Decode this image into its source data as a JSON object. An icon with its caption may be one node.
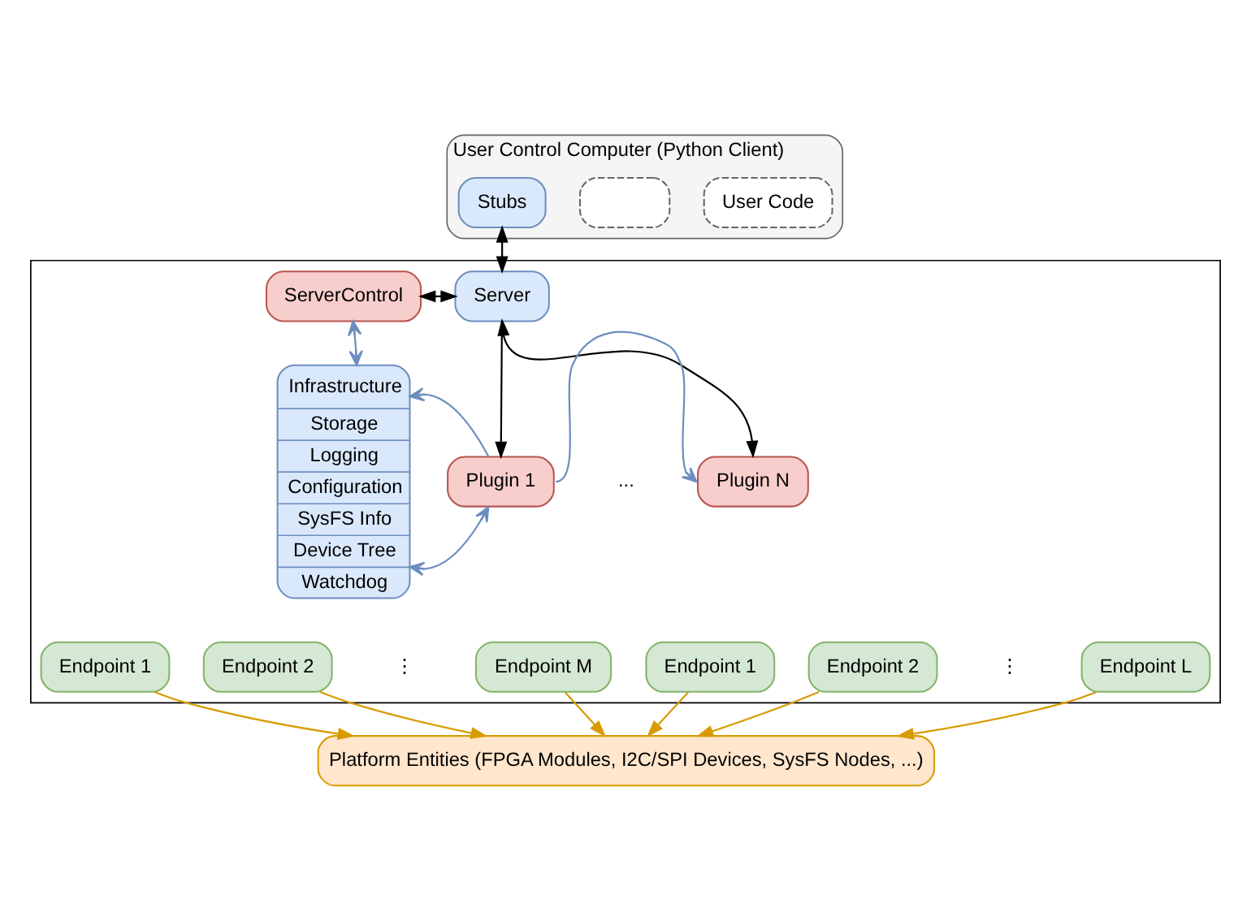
{
  "diagram": {
    "nodes": [
      {
        "text": [
          "User Control Computer (Python Client)"
        ]
      },
      {
        "text": [
          "User Code"
        ],
        "in": 0
      },
      {
        "text": [],
        "shape": "box",
        "in": 0
      },
      {
        "text": [
          "Stubs"
        ],
        "in": 0
      },
      {
        "text": [],
        "shape": "box"
      },
      {
        "text": [
          "ServerControl"
        ],
        "in": 4
      },
      {
        "text": [
          "Server"
        ],
        "in": 4
      },
      {
        "text": [
          "Infrastructure",
          "Storage",
          "Logging",
          "Configuration",
          "SysFS Info",
          "Device Tree",
          "Watchdog"
        ],
        "in": 4
      },
      {
        "text": [
          "Plugin 1"
        ],
        "in": 4
      },
      {
        "text": [
          "Endpoint 1"
        ],
        "in": 4
      },
      {
        "text": [
          "Endpoint 2"
        ],
        "in": 4
      },
      {
        "text": [
          "Endpoint M"
        ],
        "in": 4
      },
      {
        "text": [
          "Plugin N"
        ],
        "in": 4
      },
      {
        "text": [
          "Endpoint 1"
        ],
        "in": 4
      },
      {
        "text": [
          "Endpoint 2"
        ],
        "in": 4
      },
      {
        "text": [
          "Endpoint L"
        ],
        "in": 4
      },
      {
        "text": [
          "Platform Entities (FPGA Modules, I2C/SPI Devices, SysFS Nodes, ...)"
        ]
      }
    ],
    "edges": [
      {
        "from": 3,
        "to": 6,
        "arrow": "both",
        "color": "#000000"
      },
      {
        "from": 5,
        "to": 6,
        "arrow": "both",
        "color": "#000000"
      },
      {
        "from": 5,
        "to": 7,
        "arrow": "both",
        "color": "#6c8ebf"
      },
      {
        "from": 6,
        "to": 8,
        "arrow": "to",
        "color": "#000000"
      },
      {
        "from": 6,
        "to": 12,
        "arrow": "both",
        "color": "#000000"
      },
      {
        "from": 7,
        "to": 8,
        "arrow": "both",
        "color": "#6c8ebf"
      },
      {
        "from": 8,
        "to": 7,
        "arrow": "to",
        "color": "#6c8ebf"
      },
      {
        "from": 8,
        "to": 12,
        "arrow": "to",
        "color": "#6c8ebf"
      },
      {
        "from": 9,
        "to": 16,
        "arrow": "to",
        "color": "#d79b00"
      },
      {
        "from": 10,
        "to": 16,
        "arrow": "to",
        "color": "#d79b00"
      },
      {
        "from": 11,
        "to": 16,
        "arrow": "to",
        "color": "#d79b00"
      },
      {
        "from": 13,
        "to": 16,
        "arrow": "to",
        "color": "#d79b00"
      },
      {
        "from": 14,
        "to": 16,
        "arrow": "to",
        "color": "#d79b00"
      },
      {
        "from": 15,
        "to": 16,
        "arrow": "to",
        "color": "#d79b00"
      }
    ],
    "labels": [
      "...",
      "⋮",
      "⋮"
    ]
  }
}
